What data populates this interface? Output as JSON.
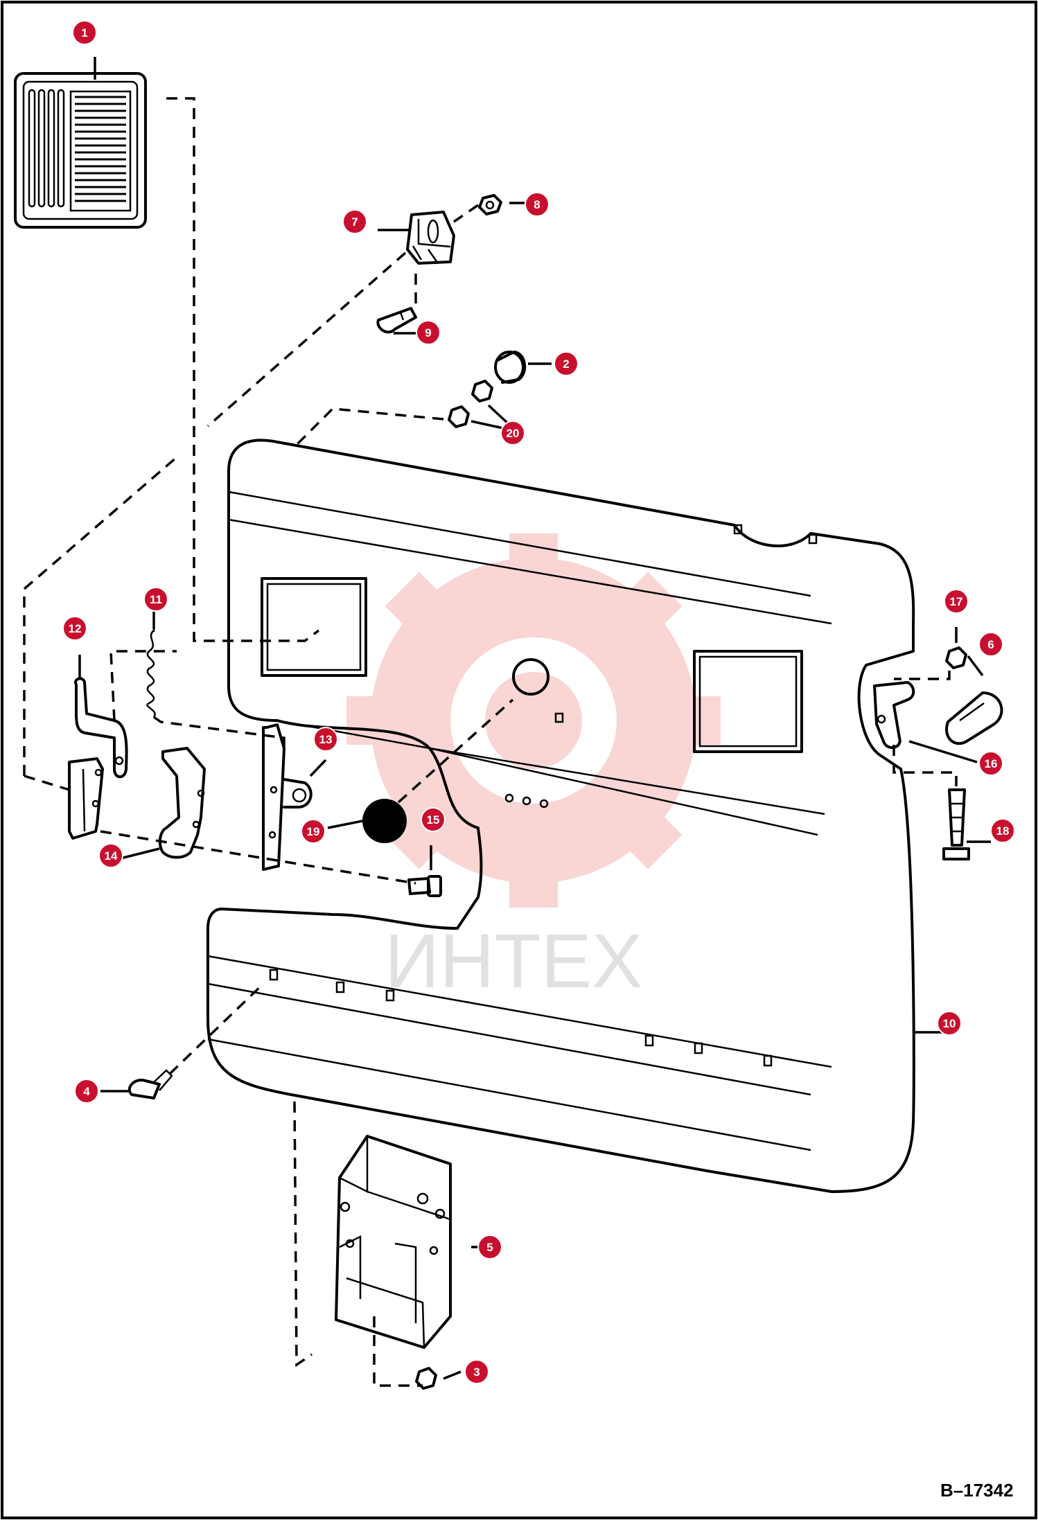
{
  "figure_ref": "B–17342",
  "watermark": {
    "text": "ИНТЕХ",
    "color": "#e8453c"
  },
  "callouts": [
    {
      "id": "1",
      "label": "1"
    },
    {
      "id": "2",
      "label": "2"
    },
    {
      "id": "3",
      "label": "3"
    },
    {
      "id": "4",
      "label": "4"
    },
    {
      "id": "5",
      "label": "5"
    },
    {
      "id": "6",
      "label": "6"
    },
    {
      "id": "7",
      "label": "7"
    },
    {
      "id": "8",
      "label": "8"
    },
    {
      "id": "9",
      "label": "9"
    },
    {
      "id": "10",
      "label": "10"
    },
    {
      "id": "11",
      "label": "11"
    },
    {
      "id": "12",
      "label": "12"
    },
    {
      "id": "13",
      "label": "13"
    },
    {
      "id": "14",
      "label": "14"
    },
    {
      "id": "15",
      "label": "15"
    },
    {
      "id": "16",
      "label": "16"
    },
    {
      "id": "17",
      "label": "17"
    },
    {
      "id": "18",
      "label": "18"
    },
    {
      "id": "19",
      "label": "19"
    },
    {
      "id": "20",
      "label": "20"
    }
  ],
  "colors": {
    "callout": "#c8102e",
    "line": "#000000",
    "background": "#ffffff"
  }
}
